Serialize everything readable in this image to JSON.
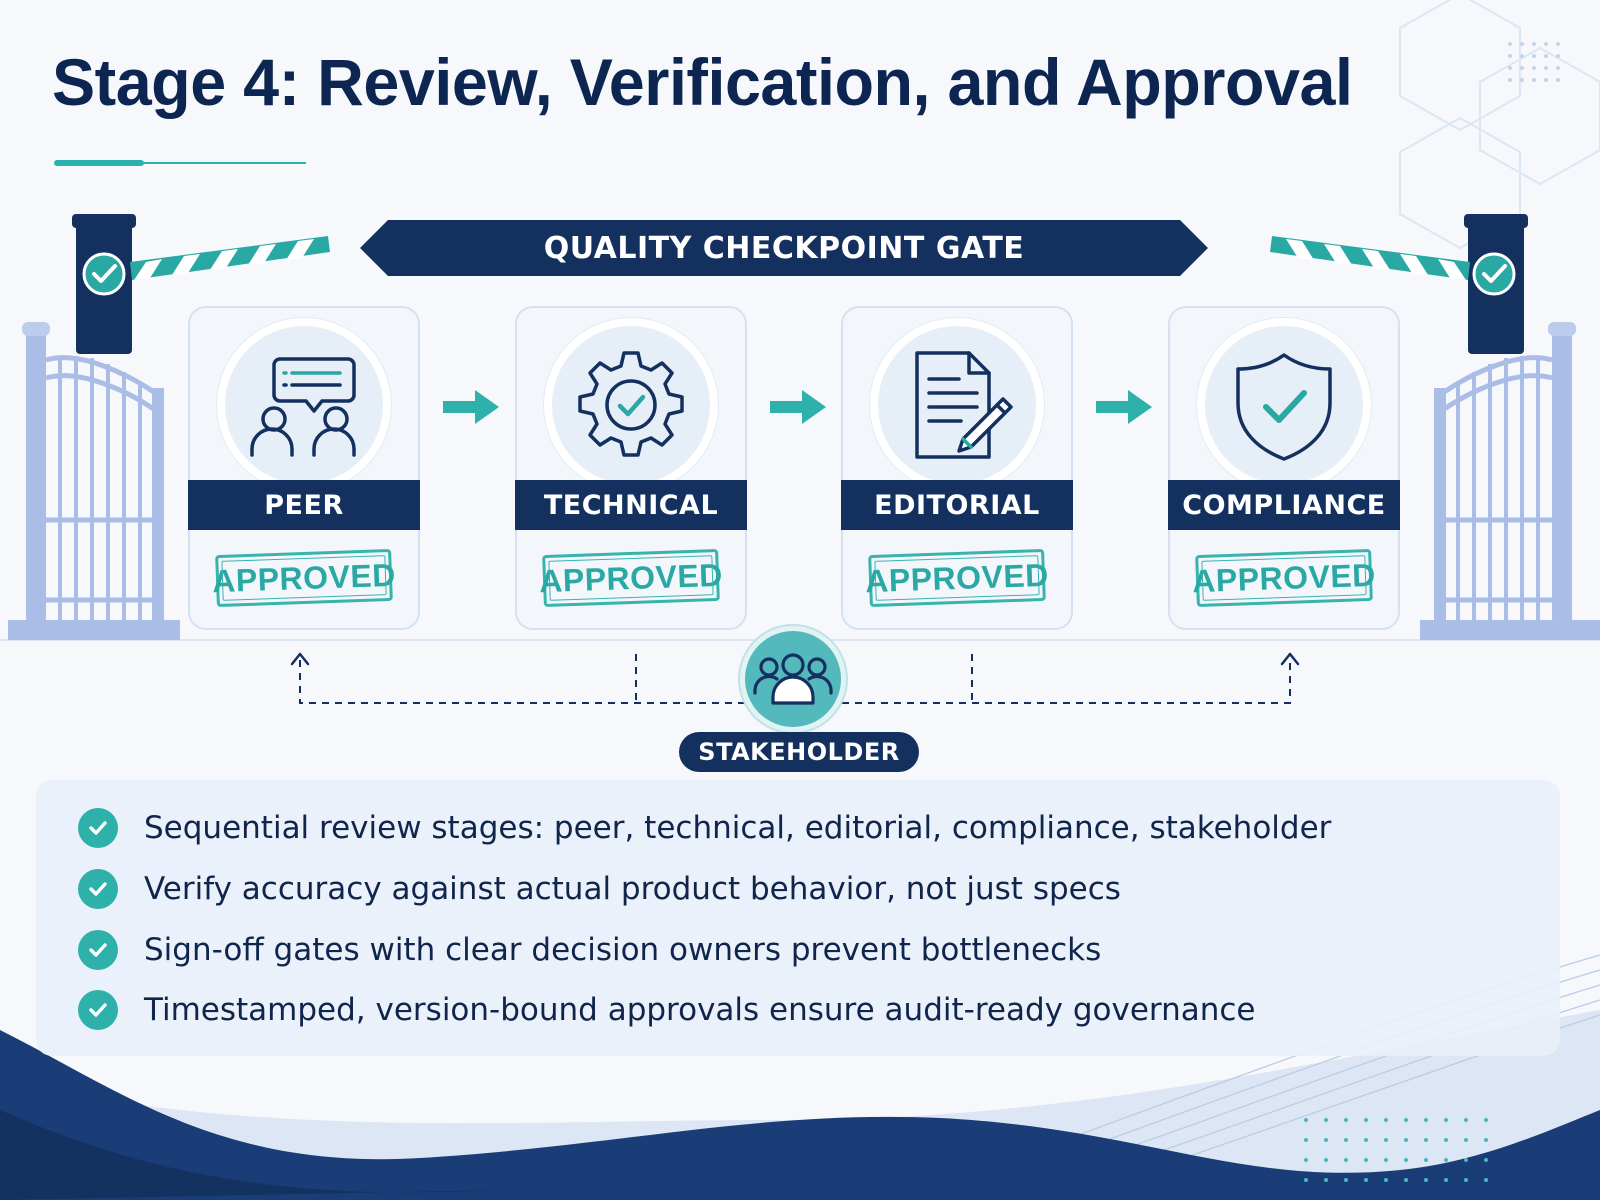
{
  "title": "Stage 4: Review, Verification, and Approval",
  "gate_banner": "QUALITY CHECKPOINT GATE",
  "stages": [
    {
      "label": "PEER",
      "status": "APPROVED",
      "icon": "discussion-icon"
    },
    {
      "label": "TECHNICAL",
      "status": "APPROVED",
      "icon": "gear-check-icon"
    },
    {
      "label": "EDITORIAL",
      "status": "APPROVED",
      "icon": "document-pen-icon"
    },
    {
      "label": "COMPLIANCE",
      "status": "APPROVED",
      "icon": "shield-check-icon"
    }
  ],
  "stakeholder": {
    "label": "STAKEHOLDER",
    "icon": "group-icon"
  },
  "bullets": [
    "Sequential review stages: peer, technical, editorial, compliance, stakeholder",
    "Verify accuracy against actual product behavior, not just specs",
    "Sign-off gates with clear decision owners prevent bottlenecks",
    "Timestamped, version-bound approvals ensure audit-ready governance"
  ],
  "colors": {
    "navy": "#13305f",
    "teal": "#2fb1ab",
    "card": "#f3f7fc",
    "gate": "#a9bde6"
  }
}
